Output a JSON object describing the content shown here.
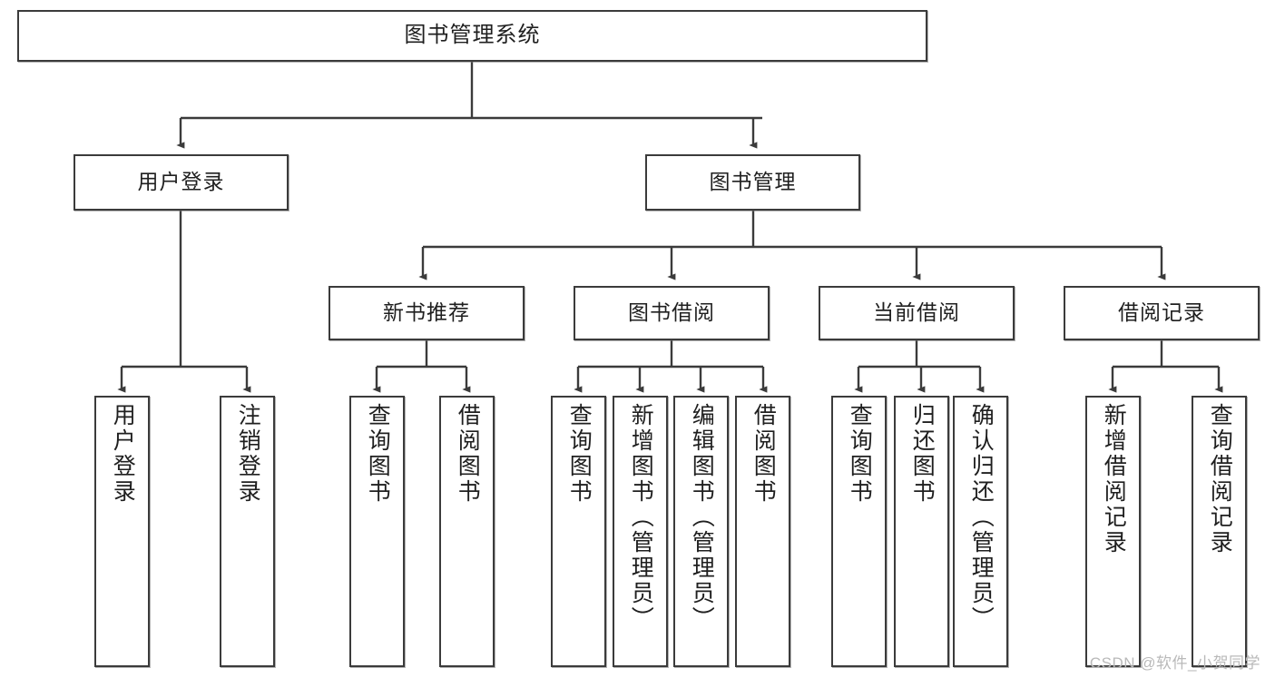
{
  "diagram": {
    "title": "图书管理系统",
    "type": "hierarchy-tree",
    "colors": {
      "stroke": "#3b3b3b",
      "fill": "#ffffff",
      "text": "#1f1f1f",
      "watermark": "#b9b9b9"
    },
    "levels": {
      "root": {
        "label": "图书管理系统"
      },
      "level2": [
        {
          "label": "用户登录"
        },
        {
          "label": "图书管理"
        }
      ],
      "level3": [
        {
          "label": "新书推荐"
        },
        {
          "label": "图书借阅"
        },
        {
          "label": "当前借阅"
        },
        {
          "label": "借阅记录"
        }
      ]
    },
    "groups": [
      {
        "parent": "用户登录",
        "leaves": [
          {
            "label": "用户登录"
          },
          {
            "label": "注销登录"
          }
        ]
      },
      {
        "parent": "新书推荐",
        "leaves": [
          {
            "label": "查询图书"
          },
          {
            "label": "借阅图书"
          }
        ]
      },
      {
        "parent": "图书借阅",
        "leaves": [
          {
            "label": "查询图书"
          },
          {
            "label": "新增图书（管理员）"
          },
          {
            "label": "编辑图书（管理员）"
          },
          {
            "label": "借阅图书"
          }
        ]
      },
      {
        "parent": "当前借阅",
        "leaves": [
          {
            "label": "查询图书"
          },
          {
            "label": "归还图书"
          },
          {
            "label": "确认归还（管理员）"
          }
        ]
      },
      {
        "parent": "借阅记录",
        "leaves": [
          {
            "label": "新增借阅记录"
          },
          {
            "label": "查询借阅记录"
          }
        ]
      }
    ],
    "nodes": {
      "root": "图书管理系统",
      "n_user_login": "用户登录",
      "n_book_mgmt": "图书管理",
      "n_new_rec": "新书推荐",
      "n_book_borrow": "图书借阅",
      "n_cur_borrow": "当前借阅",
      "n_borrow_rec": "借阅记录",
      "l_user_login": "用户登录",
      "l_user_logout": "注销登录",
      "l_nr_query": "查询图书",
      "l_nr_borrow": "借阅图书",
      "l_bb_query": "查询图书",
      "l_bb_add": "新增图书（管理员）",
      "l_bb_edit": "编辑图书（管理员）",
      "l_bb_borrow": "借阅图书",
      "l_cb_query": "查询图书",
      "l_cb_return": "归还图书",
      "l_cb_confirm": "确认归还（管理员）",
      "l_br_add": "新增借阅记录",
      "l_br_query": "查询借阅记录"
    },
    "watermark": "CSDN @软件_小贺同学"
  }
}
